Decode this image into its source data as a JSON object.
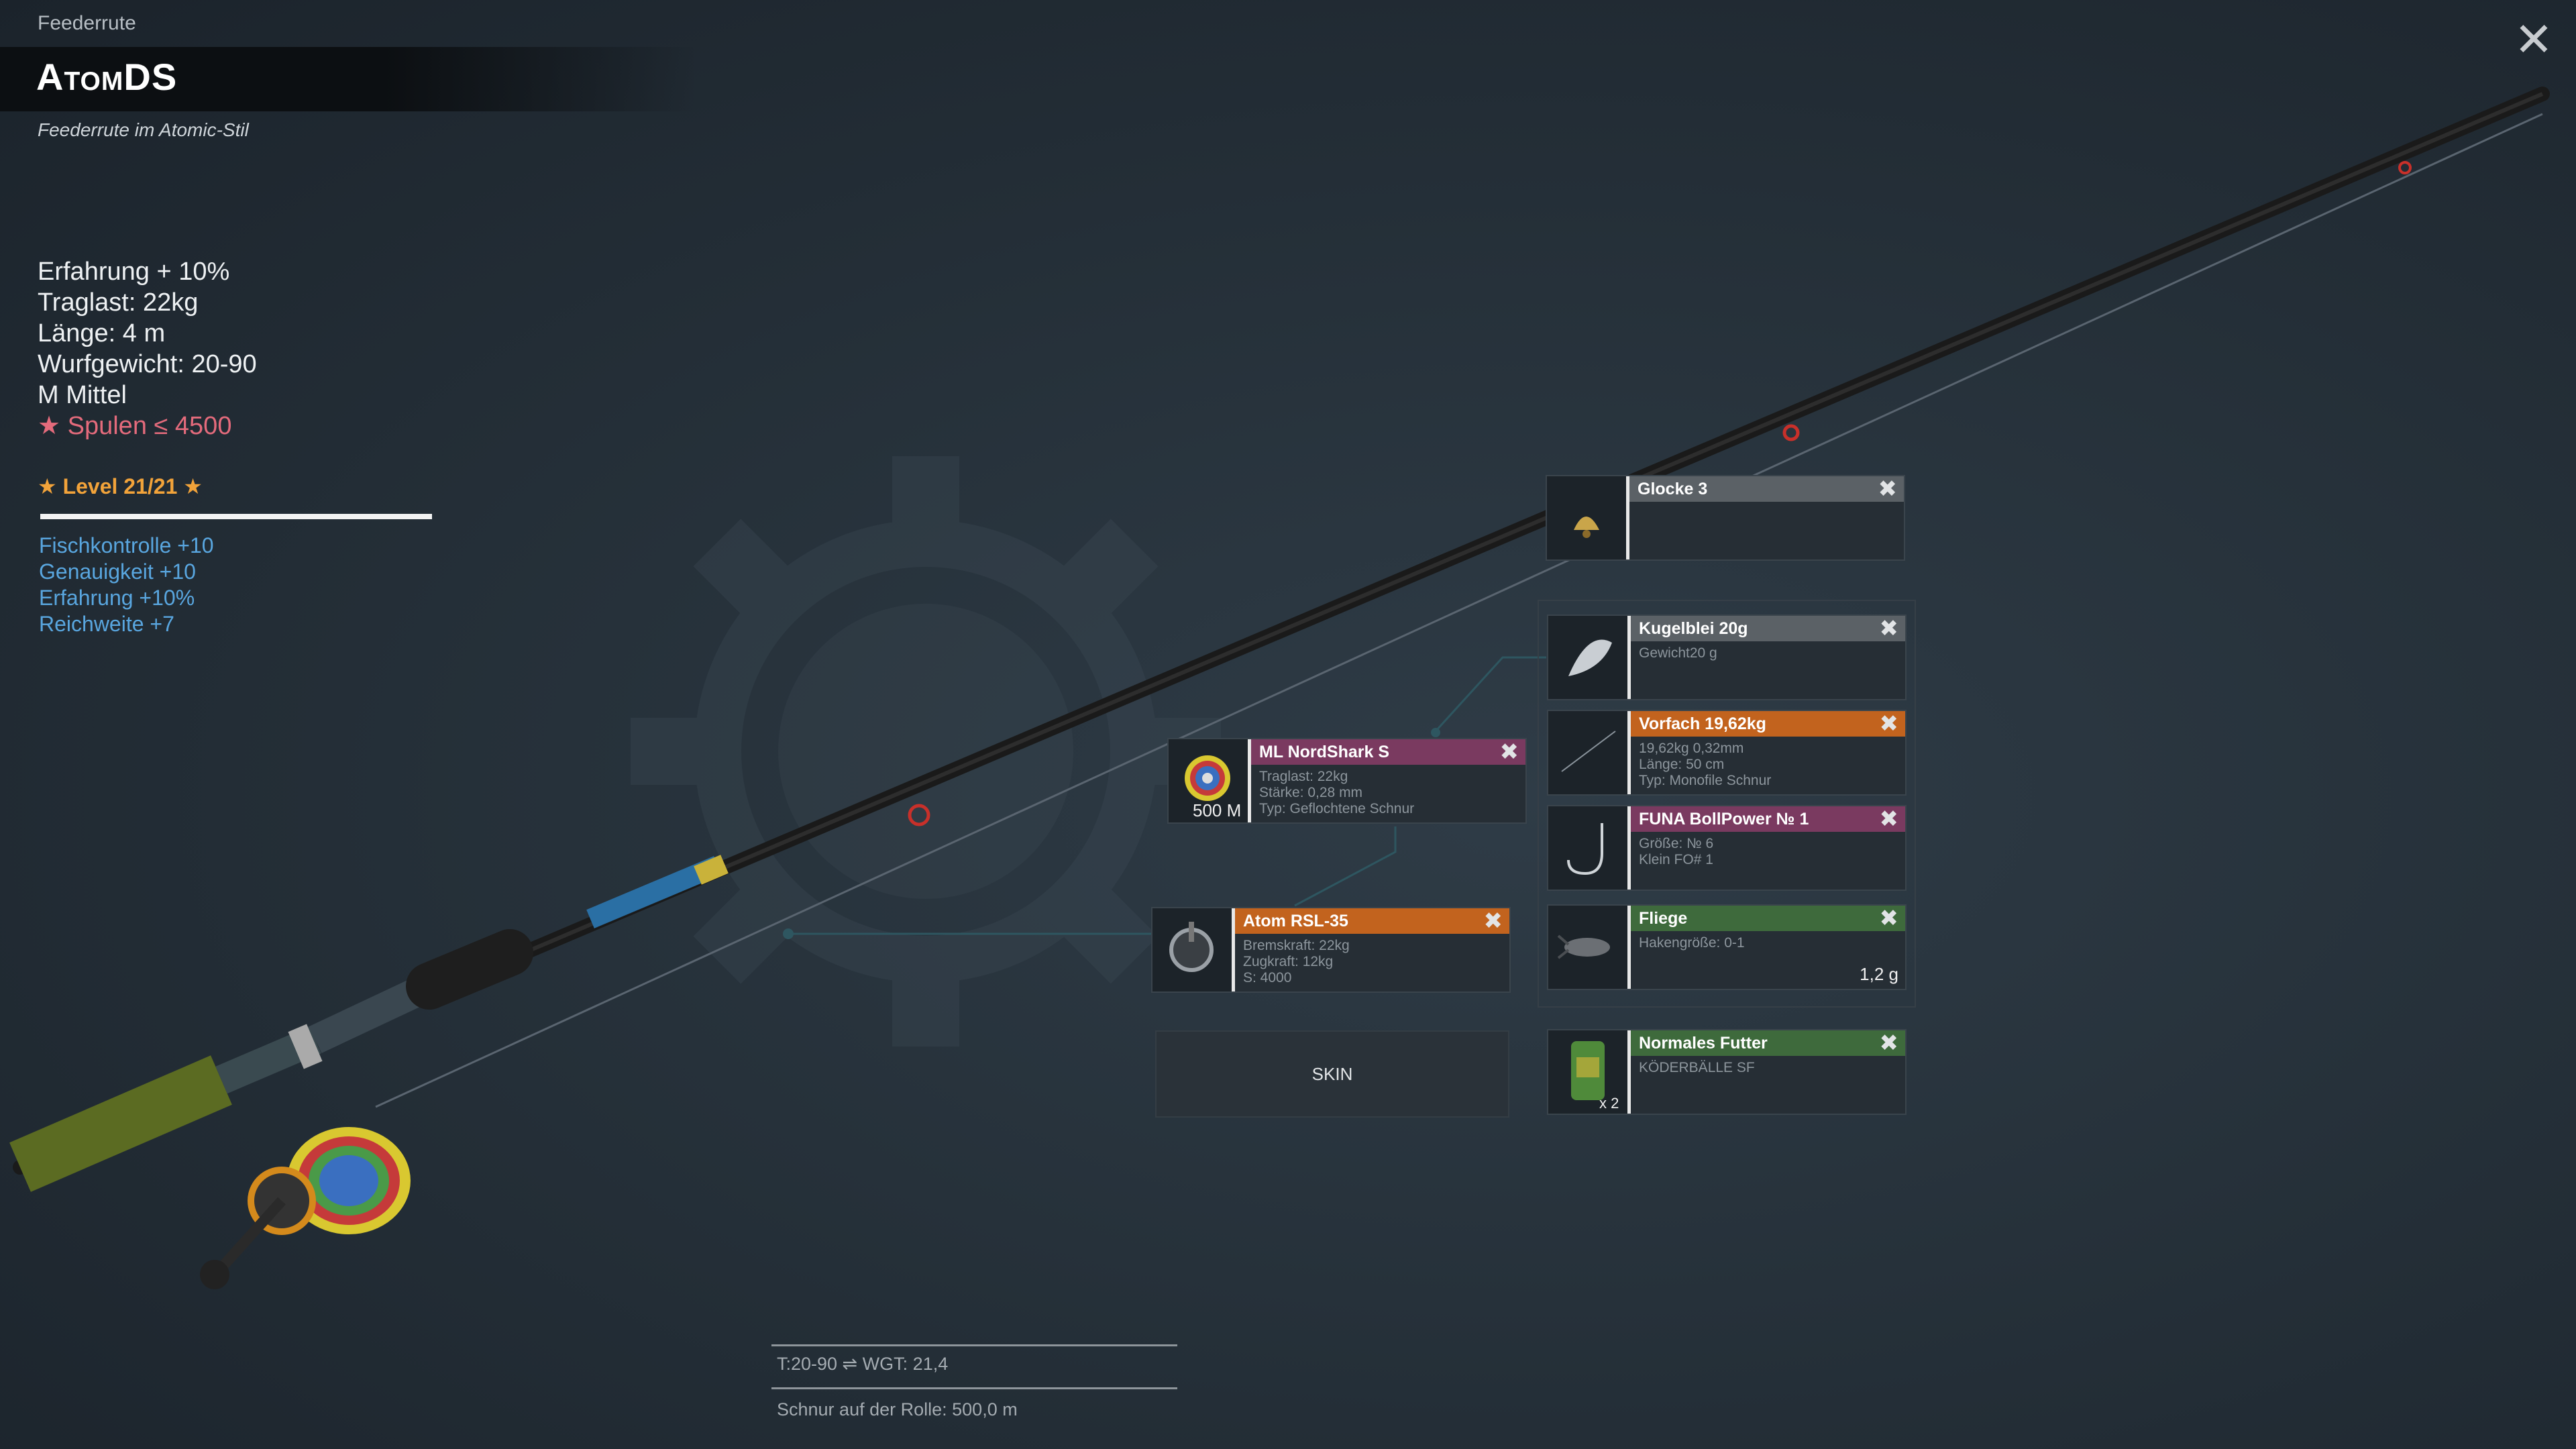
{
  "header": {
    "category": "Feederrute",
    "title": "AtomDS",
    "subtitle": "Feederrute im Atomic-Stil",
    "close_icon": "close-icon"
  },
  "stats": {
    "experience": "Erfahrung + 10%",
    "load": "Traglast:   22kg",
    "length": "Länge:   4 m",
    "casting_weight": "Wurfgewicht: 20-90",
    "action": "M Mittel",
    "spool": "★ Spulen ≤ 4500"
  },
  "level": {
    "label": "★ Level 21/21 ★",
    "progress": 1.0
  },
  "bonuses": [
    "Fischkontrolle +10",
    "Genauigkeit +10",
    "Erfahrung +10%",
    "Reichweite +7"
  ],
  "slots": {
    "bell": {
      "name": "Glocke 3",
      "lines": []
    },
    "sinker": {
      "name": "Kugelblei 20g",
      "lines": [
        "Gewicht20 g"
      ]
    },
    "leader": {
      "name": "Vorfach  19,62kg",
      "lines": [
        "19,62kg   0,32mm",
        "Länge:   50 cm",
        "Typ: Monofile Schnur"
      ]
    },
    "hook": {
      "name": "FUNA BollPower № 1",
      "lines": [
        "Größe: № 6",
        "Klein FO# 1"
      ]
    },
    "bait": {
      "name": "Fliege",
      "lines": [
        "Hakengröße: 0-1"
      ],
      "weight": "1,2 g"
    },
    "groundbait": {
      "name": "Normales Futter",
      "lines": [
        "KÖDERBÄLLE SF"
      ],
      "count": "x 2"
    },
    "line": {
      "name": "ML NordShark S",
      "lines": [
        "Traglast:   22kg",
        "Stärke:   0,28 mm",
        "Typ: Geflochtene Schnur"
      ],
      "count": "500 M"
    },
    "reel": {
      "name": "Atom RSL-35",
      "lines": [
        "Bremskraft:   22kg",
        "Zugkraft:   12kg",
        "S: 4000"
      ]
    }
  },
  "skin": {
    "label": "SKIN"
  },
  "footer": {
    "tackle": "T:20-90   ⇌ WGT: 21,4",
    "line_on_reel": "Schnur auf der Rolle: 500,0 m"
  },
  "colors": {
    "header_gray": "#5b6166",
    "header_orange": "#c2631e",
    "header_purple": "#7a3a60",
    "header_green": "#3e6a3c",
    "level": "#f2a33a",
    "bonus": "#59a6df",
    "spool": "#e46b7c"
  }
}
